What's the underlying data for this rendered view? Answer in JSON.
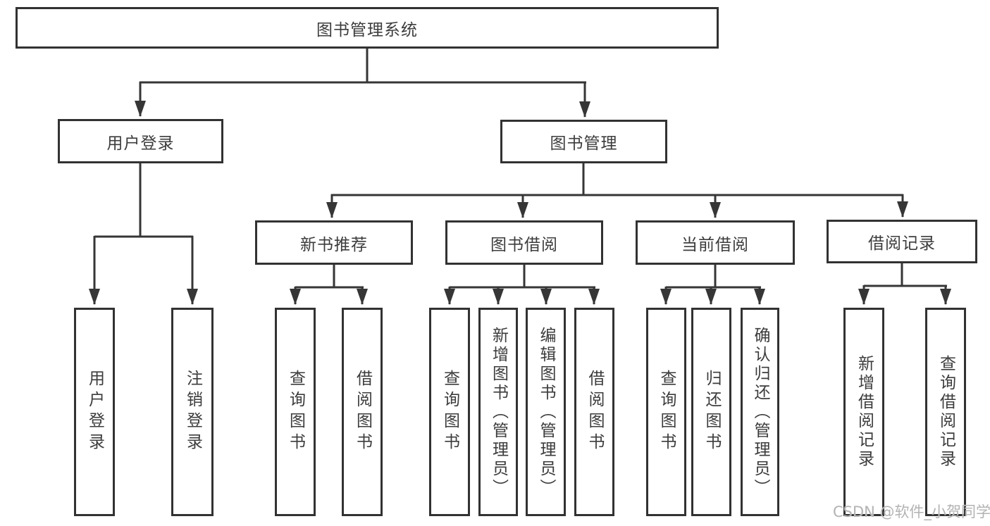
{
  "diagram": {
    "root": {
      "label": "图书管理系统"
    },
    "level2": [
      {
        "label": "用户登录",
        "children": [
          "用户登录",
          "注销登录"
        ]
      },
      {
        "label": "图书管理"
      }
    ],
    "level3": [
      {
        "label": "新书推荐",
        "children": [
          "查询图书",
          "借阅图书"
        ]
      },
      {
        "label": "图书借阅",
        "children": [
          "查询图书",
          "新增图书（管理员）",
          "编辑图书（管理员）",
          "借阅图书"
        ]
      },
      {
        "label": "当前借阅",
        "children": [
          "查询图书",
          "归还图书",
          "确认归还（管理员）"
        ]
      },
      {
        "label": "借阅记录",
        "children": [
          "新增借阅记录",
          "查询借阅记录"
        ]
      }
    ]
  },
  "watermark": {
    "text": "CSDN @软件_小贺同学"
  },
  "colors": {
    "line": "#363636",
    "box_border": "#323232",
    "text": "#3c3c3c",
    "background": "#ffffff",
    "watermark": "#b3b3b3"
  }
}
